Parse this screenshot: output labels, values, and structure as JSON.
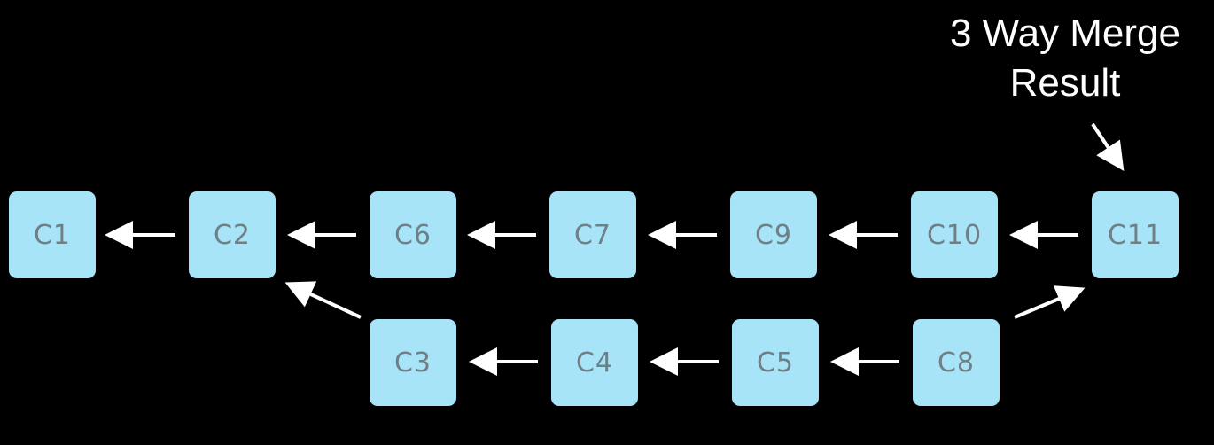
{
  "colors": {
    "background": "#000000",
    "node_fill": "#a8e4f8",
    "node_text": "#6f7f86",
    "arrow": "#ffffff",
    "annotation_text": "#ffffff"
  },
  "annotation": {
    "line1": "3 Way Merge",
    "line2": "Result"
  },
  "nodes": {
    "c1": "C1",
    "c2": "C2",
    "c3": "C3",
    "c4": "C4",
    "c5": "C5",
    "c6": "C6",
    "c7": "C7",
    "c8": "C8",
    "c9": "C9",
    "c10": "C10",
    "c11": "C11"
  },
  "edges": [
    {
      "from": "C2",
      "to": "C1"
    },
    {
      "from": "C6",
      "to": "C2"
    },
    {
      "from": "C7",
      "to": "C6"
    },
    {
      "from": "C9",
      "to": "C7"
    },
    {
      "from": "C10",
      "to": "C9"
    },
    {
      "from": "C11",
      "to": "C10"
    },
    {
      "from": "C3",
      "to": "C2"
    },
    {
      "from": "C4",
      "to": "C3"
    },
    {
      "from": "C5",
      "to": "C4"
    },
    {
      "from": "C8",
      "to": "C5"
    },
    {
      "from": "C8",
      "to": "C11"
    }
  ]
}
